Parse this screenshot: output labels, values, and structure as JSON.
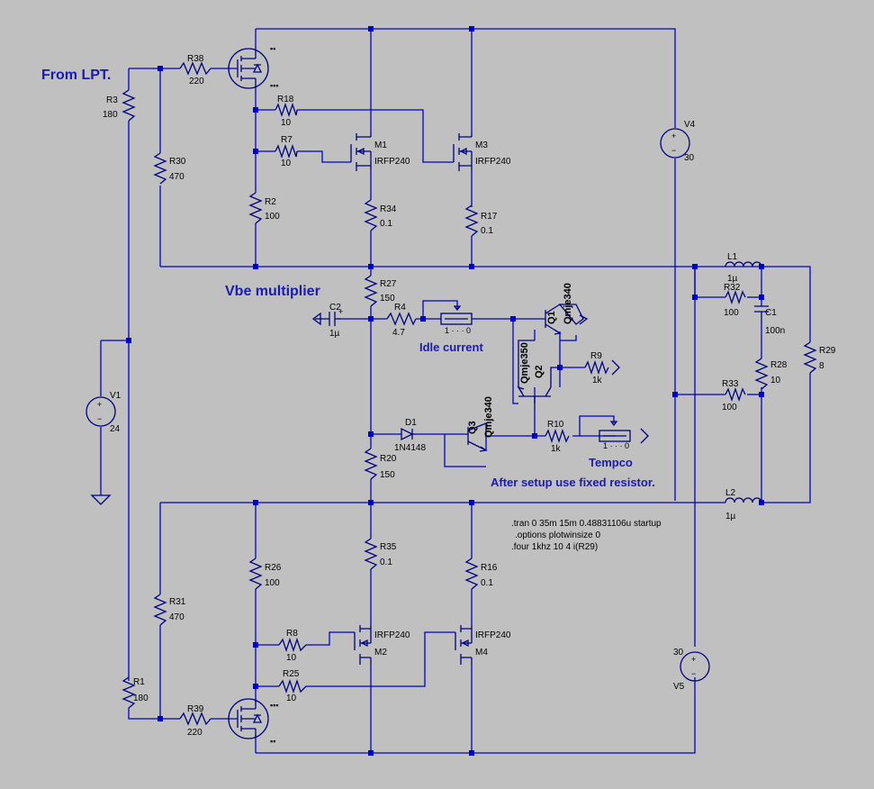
{
  "labels": {
    "from_lpt": "From LPT.",
    "vbe_multiplier": "Vbe multiplier",
    "idle_current": "Idle current",
    "tempco": "Tempco",
    "after_setup": "After setup use fixed resistor."
  },
  "spice": [
    ".tran 0 35m 15m 0.48831106u startup",
    ".options plotwinsize 0",
    ".four 1khz 10 4 i(R29)"
  ],
  "components": {
    "R38": {
      "name": "R38",
      "value": "220"
    },
    "R3": {
      "name": "R3",
      "value": "180"
    },
    "R30": {
      "name": "R30",
      "value": "470"
    },
    "R18": {
      "name": "R18",
      "value": "10"
    },
    "R7": {
      "name": "R7",
      "value": "10"
    },
    "R2": {
      "name": "R2",
      "value": "100"
    },
    "M1": {
      "name": "M1",
      "value": "IRFP240"
    },
    "M3": {
      "name": "M3",
      "value": "IRFP240"
    },
    "R34": {
      "name": "R34",
      "value": "0.1"
    },
    "R17": {
      "name": "R17",
      "value": "0.1"
    },
    "V4": {
      "name": "V4",
      "value": "30"
    },
    "L1": {
      "name": "L1",
      "value": "1µ"
    },
    "R32": {
      "name": "R32",
      "value": "100"
    },
    "C1": {
      "name": "C1",
      "value": "100n"
    },
    "R28": {
      "name": "R28",
      "value": "10"
    },
    "R33": {
      "name": "R33",
      "value": "100"
    },
    "R29": {
      "name": "R29",
      "value": "8"
    },
    "L2": {
      "name": "L2",
      "value": "1µ"
    },
    "R27": {
      "name": "R27",
      "value": "150"
    },
    "C2": {
      "name": "C2",
      "value": "1µ"
    },
    "R4": {
      "name": "R4",
      "value": "4.7"
    },
    "Q1": {
      "name": "Q1",
      "value": "Qmje340"
    },
    "R9": {
      "name": "R9",
      "value": "1k"
    },
    "Q2": {
      "name": "Q2",
      "value": "Qmje350"
    },
    "V1": {
      "name": "V1",
      "value": "24"
    },
    "D1": {
      "name": "D1",
      "value": "1N4148"
    },
    "Q3": {
      "name": "Q3",
      "value": "Qmje340"
    },
    "R10": {
      "name": "R10",
      "value": "1k"
    },
    "R20": {
      "name": "R20",
      "value": "150"
    },
    "R35": {
      "name": "R35",
      "value": "0.1"
    },
    "R16": {
      "name": "R16",
      "value": "0.1"
    },
    "R26": {
      "name": "R26",
      "value": "100"
    },
    "R31": {
      "name": "R31",
      "value": "470"
    },
    "R8": {
      "name": "R8",
      "value": "10"
    },
    "M2": {
      "name": "M2",
      "value": "IRFP240"
    },
    "M4": {
      "name": "M4",
      "value": "IRFP240"
    },
    "R25": {
      "name": "R25",
      "value": "10"
    },
    "R1": {
      "name": "R1",
      "value": "180"
    },
    "R39": {
      "name": "R39",
      "value": "220"
    },
    "V5": {
      "name": "V5",
      "value": "30"
    }
  }
}
